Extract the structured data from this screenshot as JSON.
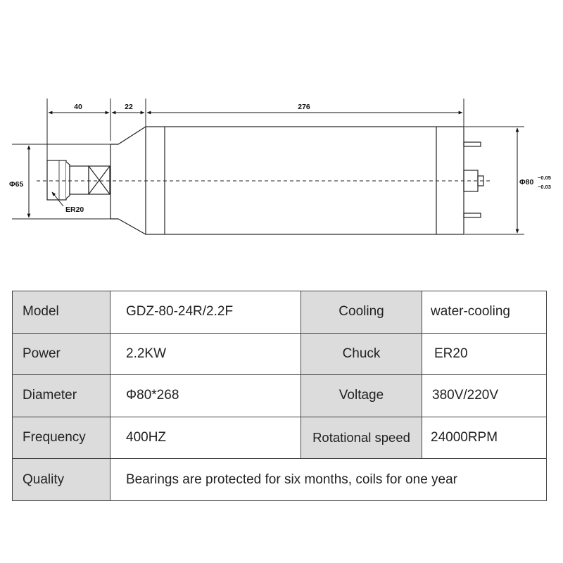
{
  "drawing": {
    "dim_chuck_length": "40",
    "dim_nose_length": "22",
    "dim_body_length": "276",
    "dim_small_diameter": "Φ65",
    "dim_body_diameter": "Φ80",
    "tol_upper": "−0.05",
    "tol_lower": "−0.03",
    "chuck_callout": "ER20"
  },
  "specs": {
    "model_label": "Model",
    "model_value": "GDZ-80-24R/2.2F",
    "cooling_label": "Cooling",
    "cooling_value": "water-cooling",
    "power_label": "Power",
    "power_value": "2.2KW",
    "chuck_label": "Chuck",
    "chuck_value": "ER20",
    "diameter_label": "Diameter",
    "diameter_value": "Φ80*268",
    "voltage_label": "Voltage",
    "voltage_value": "380V/220V",
    "frequency_label": "Frequency",
    "frequency_value": "400HZ",
    "speed_label": "Rotational speed",
    "speed_value": "24000RPM",
    "quality_label": "Quality",
    "quality_value": "Bearings are protected for six months, coils for one year"
  },
  "colors": {
    "label_cell_bg": "#dcdcdc",
    "line": "#222222",
    "border": "#444444"
  }
}
